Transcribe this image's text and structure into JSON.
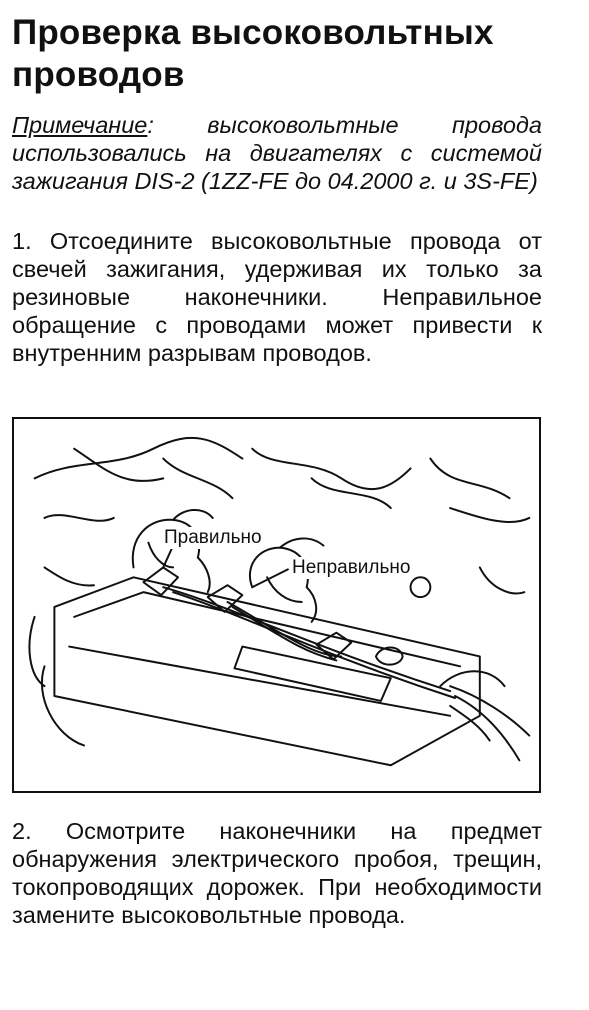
{
  "heading": {
    "title": "Проверка высоковольт­ных проводов"
  },
  "note": {
    "label": "Примечание",
    "text": ": высоковольтные прово­да использовались на двигателях с системой зажигания DIS-2 (1ZZ-FE до 04.2000 г. и 3S-FE)"
  },
  "steps": [
    {
      "text": "1. Отсоедините высоковольтные про­вода от свечей зажигания, удерживая их только за резиновые наконечники. Неправильное обращение с провода­ми может привести к внутренним раз­рывам проводов."
    },
    {
      "text": "2. Осмотрите наконечники на предмет обнаружения электрического пробоя, трещин, токопроводящих дорожек. При необходимости замените высоко­вольтные провода."
    }
  ],
  "figure": {
    "label_correct": "Правильно",
    "label_incorrect": "Неправильно"
  }
}
